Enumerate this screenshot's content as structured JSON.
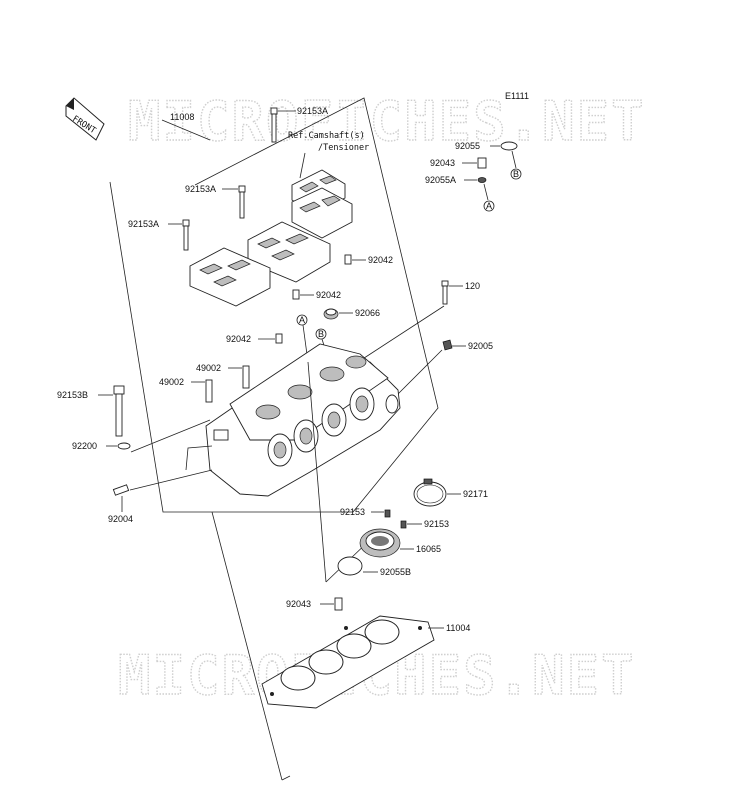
{
  "diagram_code": "E1111",
  "front_badge": "FRONT",
  "watermark": "MICROFICHES.NET",
  "reference_note": [
    "Ref.Camshaft(s)",
    "/Tensioner"
  ],
  "ref_markers": {
    "a": "A",
    "b": "B"
  },
  "parts": {
    "p11008": "11008",
    "p92153A_top": "92153A",
    "p92153A_mid": "92153A",
    "p92153A_left": "92153A",
    "p92042_a": "92042",
    "p92042_b": "92042",
    "p92042_c": "92042",
    "p92055": "92055",
    "p92043_top": "92043",
    "p92055A": "92055A",
    "p120": "120",
    "p92066": "92066",
    "p92005": "92005",
    "p49002_a": "49002",
    "p49002_b": "49002",
    "p92153B": "92153B",
    "p92200": "92200",
    "p92004": "92004",
    "p92171": "92171",
    "p92153_a": "92153",
    "p92153_b": "92153",
    "p16065": "16065",
    "p92055B": "92055B",
    "p92043_bottom": "92043",
    "p11004": "11004"
  }
}
